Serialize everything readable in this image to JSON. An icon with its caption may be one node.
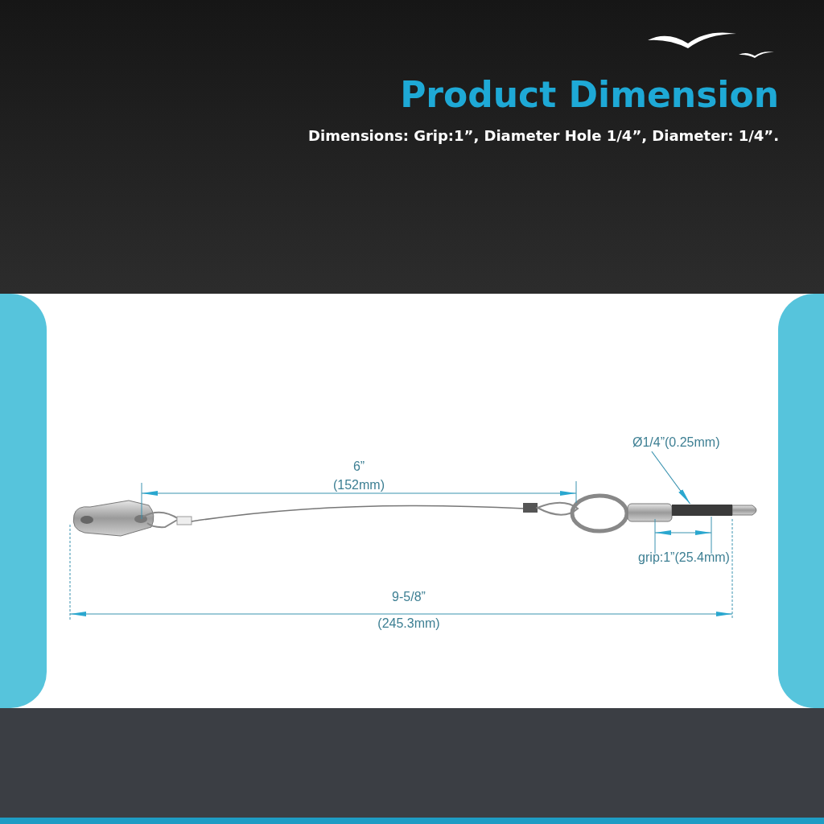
{
  "diagram": {
    "title": "Product Dimension",
    "nodes": [
      {
        "text": [
          "Ø1/4”(0.25mm)"
        ]
      },
      {
        "text": [],
        "shape": "bar"
      }
    ],
    "edges": [
      {
        "from": 0,
        "to": 1,
        "arrow": "to"
      }
    ],
    "labels": [
      "Dimensions: Grip:1”, Diameter Hole 1/4”, Diameter: 1/4”.",
      "6”",
      "(152mm)",
      "grip:1”(25.4mm)",
      "9-5/8”",
      "(245.3mm)"
    ]
  }
}
